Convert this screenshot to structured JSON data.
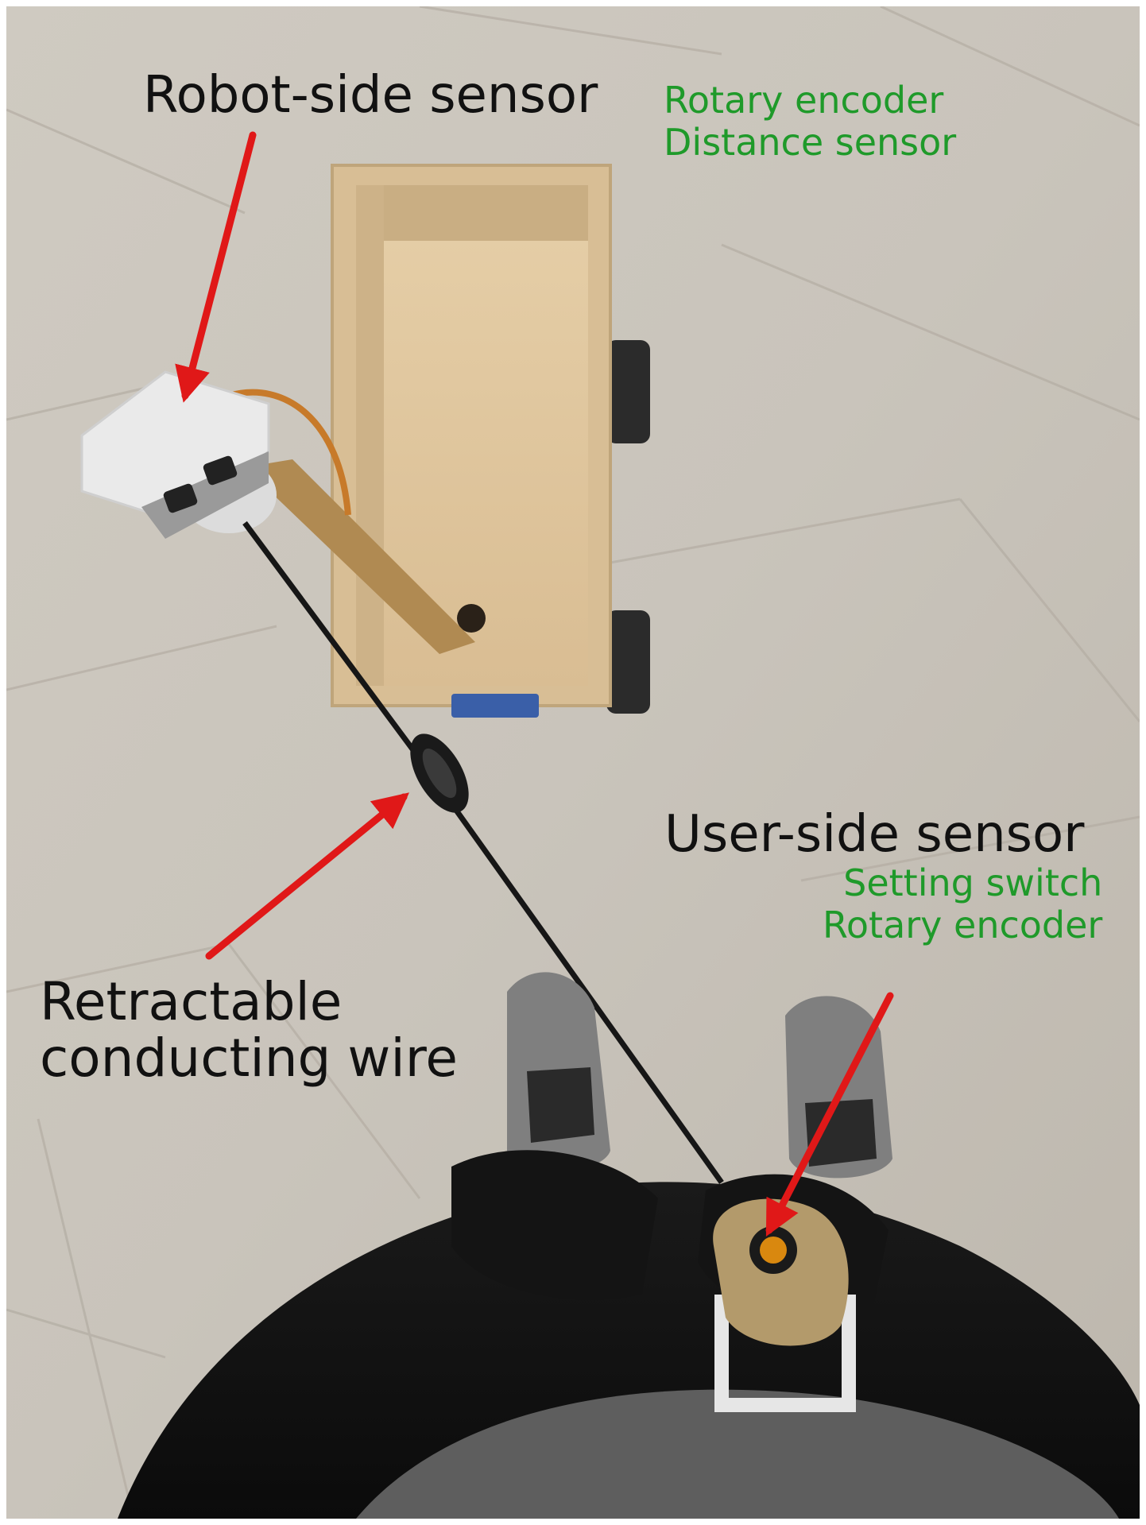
{
  "labels": {
    "robot_side_title": "Robot-side sensor",
    "robot_side_items": [
      "Rotary encoder",
      "Distance sensor"
    ],
    "user_side_title": "User-side sensor",
    "user_side_items": [
      "Setting switch",
      "Rotary encoder"
    ],
    "wire_lines": [
      "Retractable",
      "conducting wire"
    ]
  },
  "colors": {
    "annotation_title": "#111111",
    "annotation_component": "#1f9a2a",
    "arrow": "#e01818"
  }
}
